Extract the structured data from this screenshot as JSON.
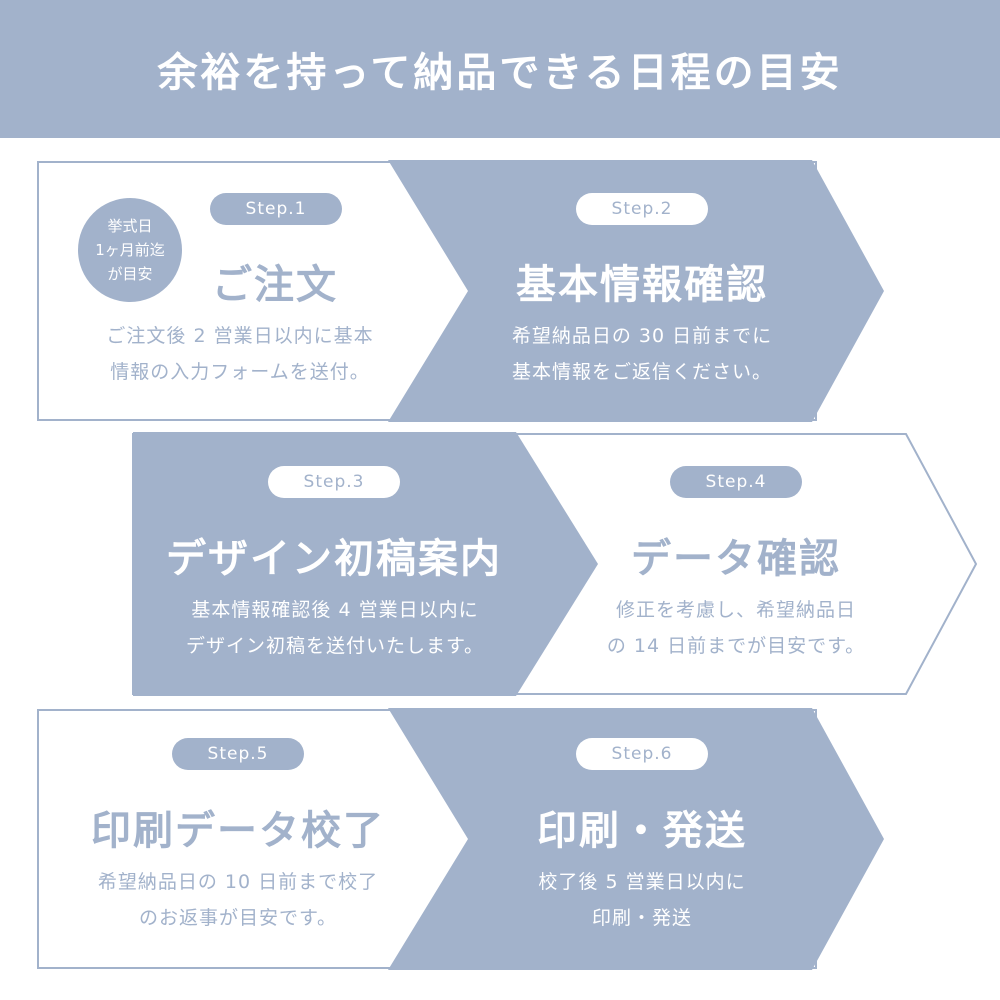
{
  "header": {
    "title": "余裕を持って納品できる日程の目安"
  },
  "badge": {
    "text": "挙式日\n1ヶ月前迄\nが目安"
  },
  "steps": [
    {
      "label": "Step.1",
      "title": "ご注文",
      "desc": "ご注文後 2 営業日以内に基本\n情報の入力フォームを送付。"
    },
    {
      "label": "Step.2",
      "title": "基本情報確認",
      "desc": "希望納品日の 30 日前までに\n基本情報をご返信ください。"
    },
    {
      "label": "Step.3",
      "title": "デザイン初稿案内",
      "desc": "基本情報確認後 4 営業日以内に\nデザイン初稿を送付いたします。"
    },
    {
      "label": "Step.4",
      "title": "データ確認",
      "desc": "修正を考慮し、希望納品日\nの 14 日前までが目安です。"
    },
    {
      "label": "Step.5",
      "title": "印刷データ校了",
      "desc": "希望納品日の 10 日前まで校了\nのお返事が目安です。"
    },
    {
      "label": "Step.6",
      "title": "印刷・発送",
      "desc": "校了後 5 営業日以内に\n印刷・発送"
    }
  ],
  "colors": {
    "accent": "#a2b2cb",
    "background": "#ffffff"
  }
}
